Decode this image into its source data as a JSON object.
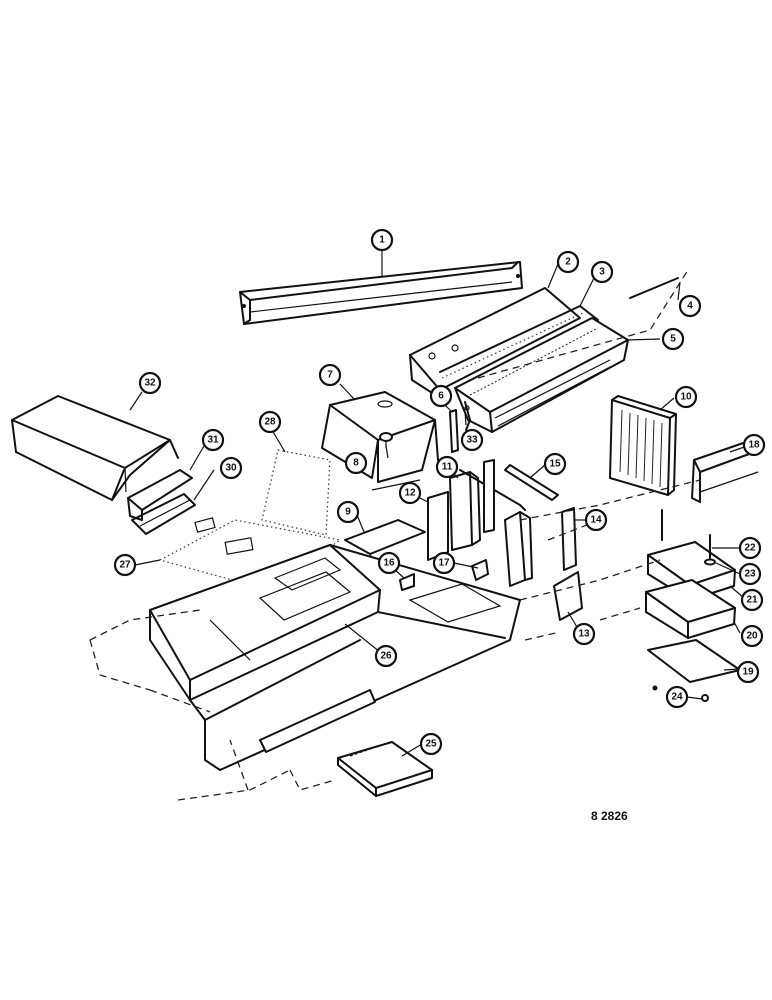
{
  "diagram": {
    "drawing_number": "8 2826",
    "callouts": [
      "1",
      "2",
      "3",
      "4",
      "5",
      "6",
      "7",
      "8",
      "9",
      "10",
      "11",
      "12",
      "13",
      "14",
      "15",
      "16",
      "17",
      "18",
      "19",
      "20",
      "21",
      "22",
      "23",
      "24",
      "25",
      "26",
      "27",
      "28",
      "30",
      "31",
      "32",
      "33"
    ]
  }
}
